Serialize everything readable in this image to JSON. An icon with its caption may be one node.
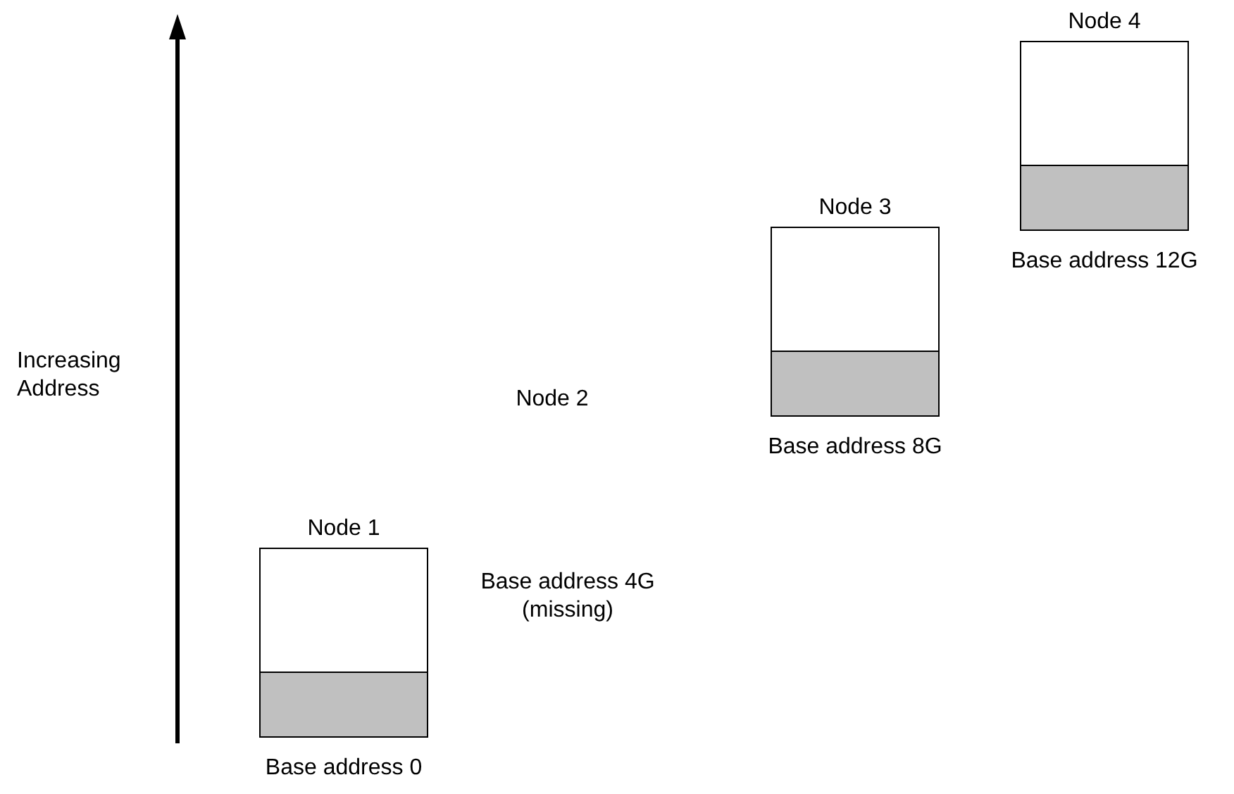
{
  "diagram": {
    "nodes": [
      {
        "text": [
          "Node 1"
        ],
        "beside": [
          "Base address 0"
        ]
      },
      {
        "text": [
          "Node 3"
        ],
        "beside": [
          "Base address 8G"
        ]
      },
      {
        "text": [
          "Node 4"
        ],
        "beside": [
          "Base address 12G"
        ]
      }
    ],
    "labels": [
      "Increasing Address",
      "Node 2",
      "Base address 4G (missing)"
    ]
  }
}
